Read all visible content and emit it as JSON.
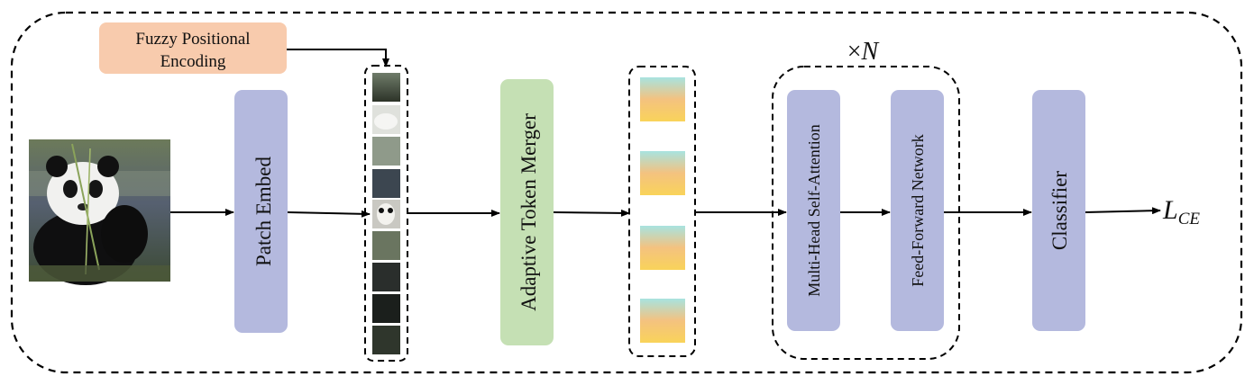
{
  "input_image": {
    "icon": "panda-photo"
  },
  "positional_encoding": {
    "line1": "Fuzzy Positional",
    "line2": "Encoding",
    "color": "#f8cbad"
  },
  "patch_embed": {
    "label": "Patch Embed",
    "color": "#b4b9de"
  },
  "patch_tokens": {
    "count": 9
  },
  "token_merger": {
    "label": "Adaptive Token Merger",
    "color": "#c5e0b4"
  },
  "merged_tokens": {
    "count": 4
  },
  "repeat": {
    "times_symbol": "×",
    "n": "N"
  },
  "attention": {
    "label": "Multi-Head Self-Attention",
    "color": "#b4b9de"
  },
  "ffn": {
    "label": "Feed-Forward Network",
    "color": "#b4b9de"
  },
  "classifier": {
    "label": "Classifier",
    "color": "#b4b9de"
  },
  "loss": {
    "base": "L",
    "subscript": "CE"
  }
}
